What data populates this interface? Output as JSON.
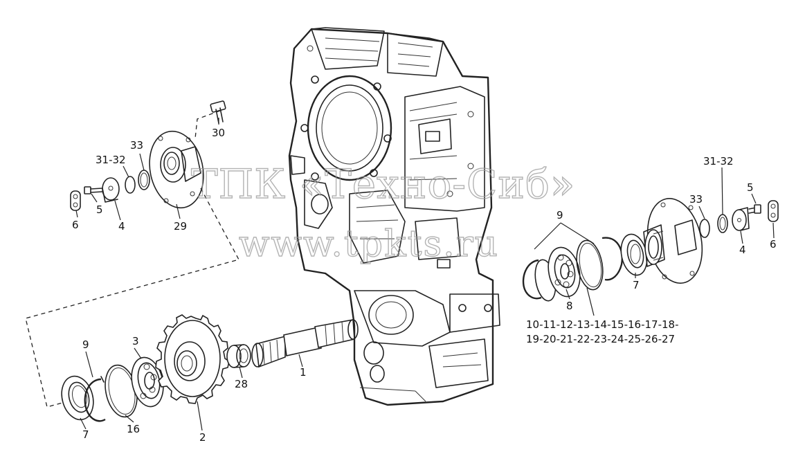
{
  "watermark": {
    "line1": "ТПК «Техно-Сиб»",
    "line2": "www.tpkts.ru"
  },
  "labels": {
    "l30": "30",
    "l33_left": "33",
    "l3132_left": "31-32",
    "l5_left": "5",
    "l6_left": "6",
    "l4_left": "4",
    "l29": "29",
    "l9_left": "9",
    "l3": "3",
    "l7_left": "7",
    "l16": "16",
    "l2": "2",
    "l28": "28",
    "l1": "1",
    "l9_right": "9",
    "l8": "8",
    "l7_right": "7",
    "l33_right": "33",
    "l3132_right": "31-32",
    "l5_right": "5",
    "l4_right": "4",
    "l6_right": "6",
    "range_line1": "10-11-12-13-14-15-16-17-18-",
    "range_line2": "19-20-21-22-23-24-25-26-27"
  }
}
